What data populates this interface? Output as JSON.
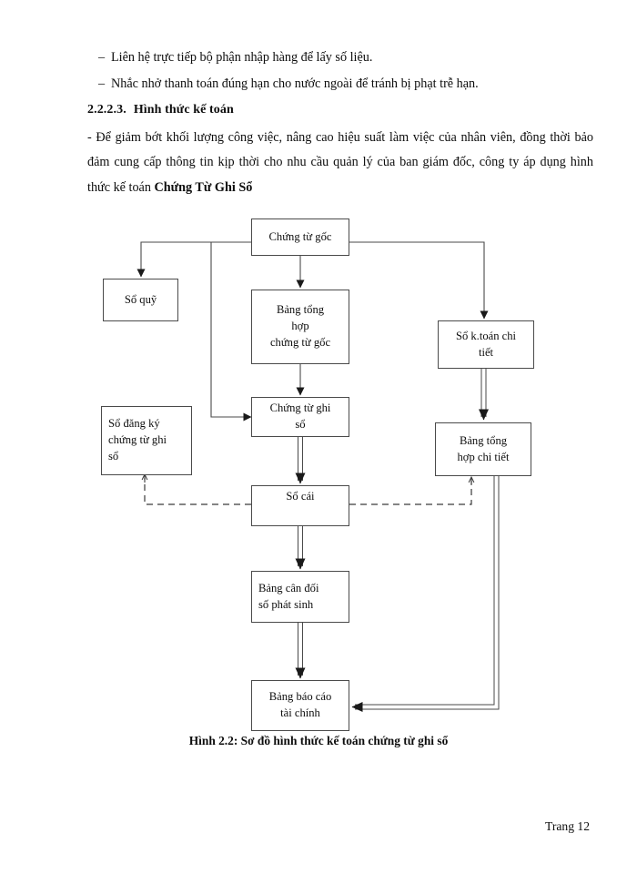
{
  "document": {
    "bullets": [
      {
        "marker": "–",
        "text": "Liên hệ trực tiếp bộ phận nhập hàng để lấy số liệu."
      },
      {
        "marker": "–",
        "text": "Nhắc nhở thanh toán đúng hạn cho nước ngoài để tránh bị phạt trễ hạn."
      }
    ],
    "heading": {
      "number": "2.2.2.3.",
      "title": "Hình thức kế toán"
    },
    "paragraph_lead": "- Để giảm bớt khối lượng công việc, nâng cao hiệu suất làm việc của nhân viên, đồng thời bảo đảm cung cấp thông tin kịp thời cho nhu cầu quản lý của ban giám đốc, công ty áp dụng hình thức kế toán ",
    "paragraph_bold": "Chứng Từ Ghi Sổ",
    "figure_caption": "Hình 2.2: Sơ đồ hình thức kế toán chứng từ ghi sổ",
    "page_footer": "Trang 12"
  },
  "diagram": {
    "title": "Sơ đồ hình thức kế toán chứng từ ghi sổ",
    "nodes": {
      "chung_tu_goc": "Chứng từ gốc",
      "so_quy": "Sổ quỹ",
      "bang_tong_hop_chung_tu_goc": "Bảng tổng hợp\nhợp\nchứng từ gốc",
      "bang_tong_hop_l1": "Bảng tổng",
      "bang_tong_hop_l2": "hợp",
      "bang_tong_hop_l3": "chứng từ gốc",
      "so_ktoan_chi_tiet_l1": "Sổ k.toán chi",
      "so_ktoan_chi_tiet_l2": "tiết",
      "so_dang_ky_l1": "Sổ đăng ký",
      "so_dang_ky_l2": "chứng từ ghi",
      "so_dang_ky_l3": "sổ",
      "chung_tu_ghi_so_l1": "Chứng từ ghi",
      "chung_tu_ghi_so_l2": "sổ",
      "bang_tong_hop_chi_tiet_l1": "Bảng tổng",
      "bang_tong_hop_chi_tiet_l2": "hợp chi tiết",
      "so_cai": "Sổ cái",
      "bang_can_doi_l1": "Bảng cân đối",
      "bang_can_doi_l2": "số phát sinh",
      "bang_bao_cao_l1": "Bảng báo cáo",
      "bang_bao_cao_l2": "tài chính"
    },
    "colors": {
      "line": "#4a4a4a",
      "text": "#0d0d0d",
      "background": "#ffffff"
    }
  }
}
